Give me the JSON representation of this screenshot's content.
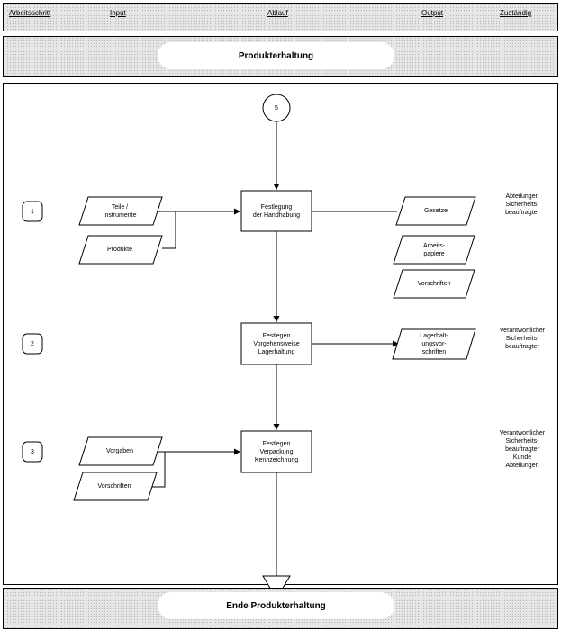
{
  "header": {
    "step": "Arbeitsschritt",
    "input": "Input",
    "flow": "Ablauf",
    "output": "Output",
    "responsible": "Zuständig"
  },
  "banner_top": "Produkterhaltung",
  "banner_bottom": "Ende Produkterhaltung",
  "connector": "5",
  "steps": [
    {
      "number": "1",
      "process": "Festlegung\nder Handhabung",
      "inputs": [
        "Teile /\nInstrumente",
        "Produkte"
      ],
      "outputs": [
        "Gesetze",
        "Arbeits-\npapiere",
        "Vorschriften"
      ],
      "responsible": "Abteilungen\nSicherheits-\nbeauftragter"
    },
    {
      "number": "2",
      "process": "Festlegen\nVorgehensweise\nLagerhaltung",
      "inputs": [],
      "outputs": [
        "Lagerhalt-\nungsvor-\nschriften"
      ],
      "responsible": "Verantwortlicher\nSicherheits-\nbeauftragter"
    },
    {
      "number": "3",
      "process": "Festlegen\nVerpackung\nKennzeichnung",
      "inputs": [
        "Vorgaben",
        "Vorschriften"
      ],
      "outputs": [],
      "responsible": "Verantwortlicher\nSicherheits-\nbeauftragter\nKunde\nAbteilungen"
    }
  ]
}
